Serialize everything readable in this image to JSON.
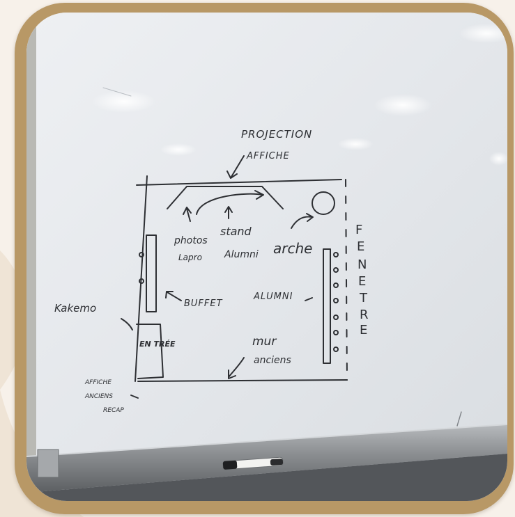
{
  "photo": {
    "title": "whiteboard-room-layout-sketch",
    "sketch_labels": {
      "projection": "PROJECTION",
      "affiche": "AFFICHE",
      "photos": "photos",
      "lapro": "Lapro",
      "stand": "stand",
      "alumni_top": "Alumni",
      "arche": "arche",
      "buffet": "BUFFET",
      "alumni_mid": "ALUMNI",
      "kakemono": "Kakemo",
      "entree": "EN TRÉE",
      "mur": "mur",
      "anciens": "anciens",
      "affiche_bottom": "AFFICHE",
      "anciens_bottom": "ANCIENS",
      "recap": "RECAP",
      "fenetre_chars": [
        "F",
        "E",
        "N",
        "E",
        "T",
        "R",
        "E"
      ]
    },
    "colors": {
      "frame": "#b89866",
      "board": "#e7eaee",
      "ink": "#2d2f33",
      "tray": "#8e9194"
    }
  }
}
